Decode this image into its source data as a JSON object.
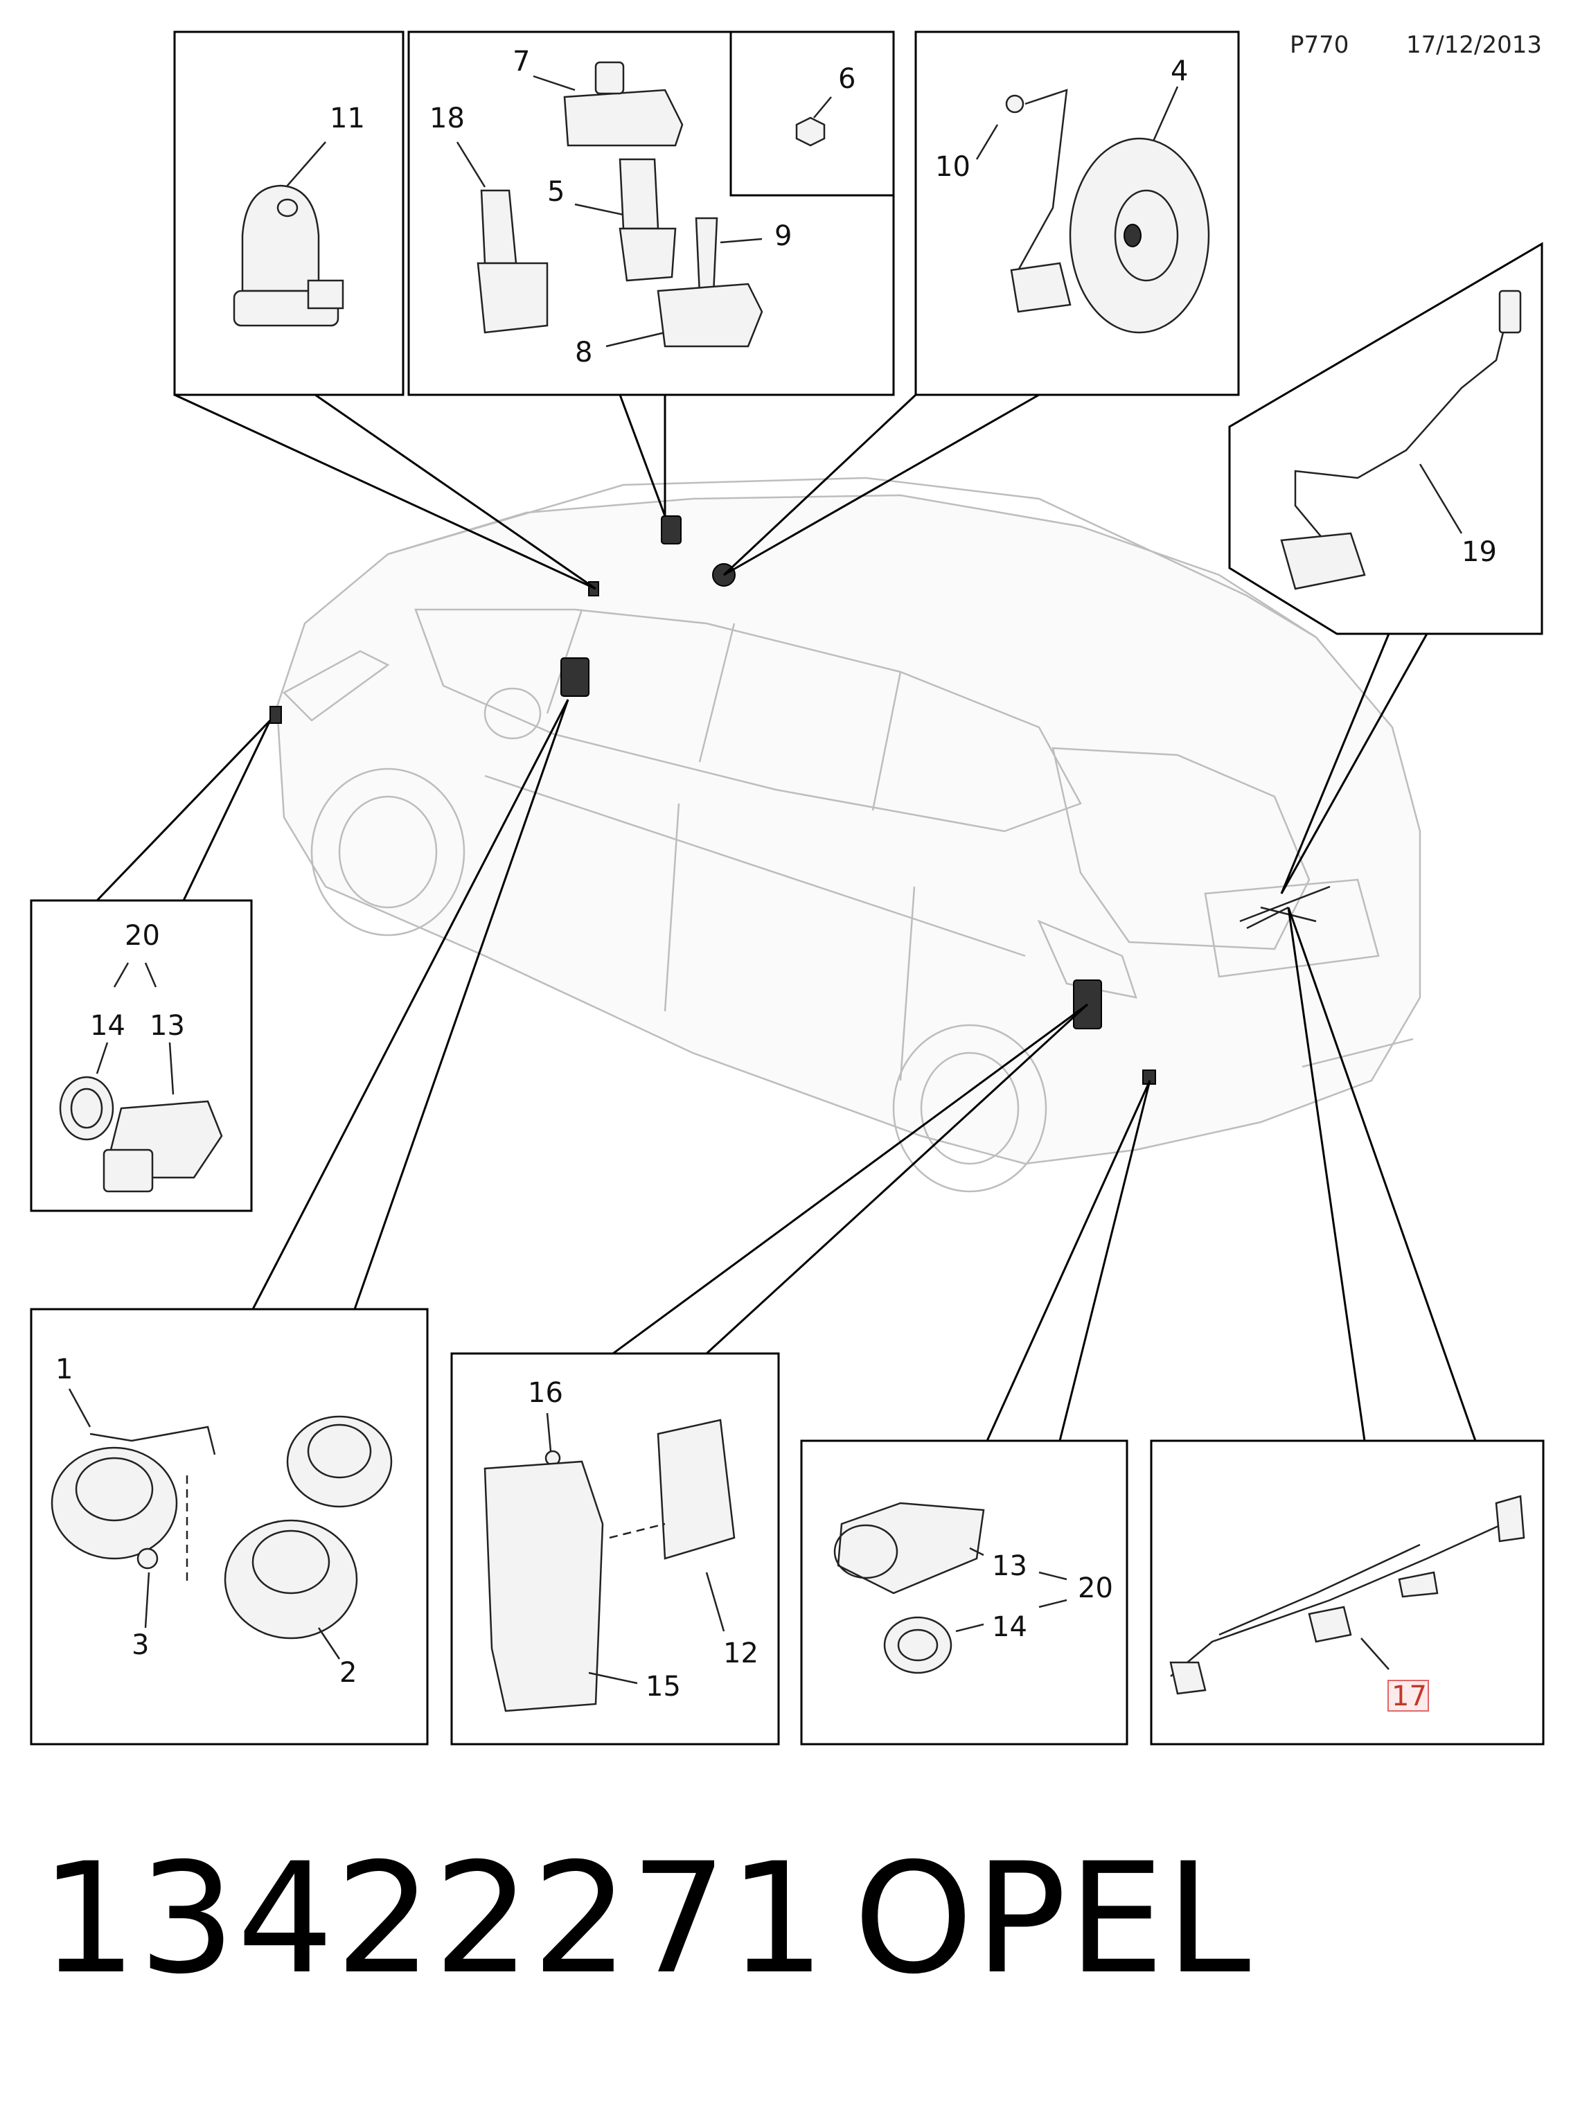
{
  "header": {
    "page_code": "P770",
    "date": "17/12/2013"
  },
  "callouts": {
    "c1": "1",
    "c2": "2",
    "c3": "3",
    "c4": "4",
    "c5": "5",
    "c6": "6",
    "c7": "7",
    "c8": "8",
    "c9": "9",
    "c10": "10",
    "c11": "11",
    "c12": "12",
    "c13": "13",
    "c14": "14",
    "c15": "15",
    "c16": "16",
    "c17": "17",
    "c18": "18",
    "c19": "19",
    "c20": "20"
  },
  "highlighted_callout": "17",
  "footer": {
    "part_number": "13422271",
    "brand": "OPEL"
  }
}
